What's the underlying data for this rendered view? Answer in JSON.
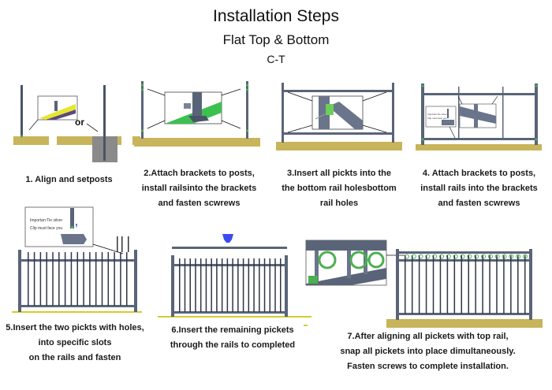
{
  "header": {
    "title": "Installation  Steps",
    "subtitle": "Flat Top & Bottom",
    "code": "C-T"
  },
  "colors": {
    "ground": "#c8b45a",
    "metal": "#5a6478",
    "bracket": "#4caf50",
    "line": "#c8c840",
    "arrow": "#3a4cf0"
  },
  "steps": [
    {
      "number": 1,
      "lines": [
        "1. Align and setposts"
      ],
      "label_or": "or"
    },
    {
      "number": 2,
      "lines": [
        "2.Attach brackets to posts,",
        "install railsinto the brackets",
        "and fasten scwrews"
      ]
    },
    {
      "number": 3,
      "lines": [
        "3.Insert all pickts into the",
        "the bottom rail holesbottom",
        "rail holes"
      ]
    },
    {
      "number": 4,
      "lines": [
        "4. Attach brackets to posts,",
        "install rails into the brackets",
        "and fasten scwrews"
      ],
      "inset_note": [
        "Importan:Tle silver",
        "Clip must face you"
      ]
    },
    {
      "number": 5,
      "lines": [
        "5.Insert the two pickts with holes,",
        "into specific slots",
        "on the rails and fasten"
      ],
      "inset_note": [
        "Importan:Tle silver",
        "Clip must face you"
      ]
    },
    {
      "number": 6,
      "lines": [
        "6.Insert the remaining pickets",
        "through the rails to completed"
      ]
    },
    {
      "number": 7,
      "lines": [
        "7.After aligning all pickets with top rail,",
        "snap all pickets into place dimultaneously.",
        "Fasten screws to complete installation."
      ]
    }
  ]
}
